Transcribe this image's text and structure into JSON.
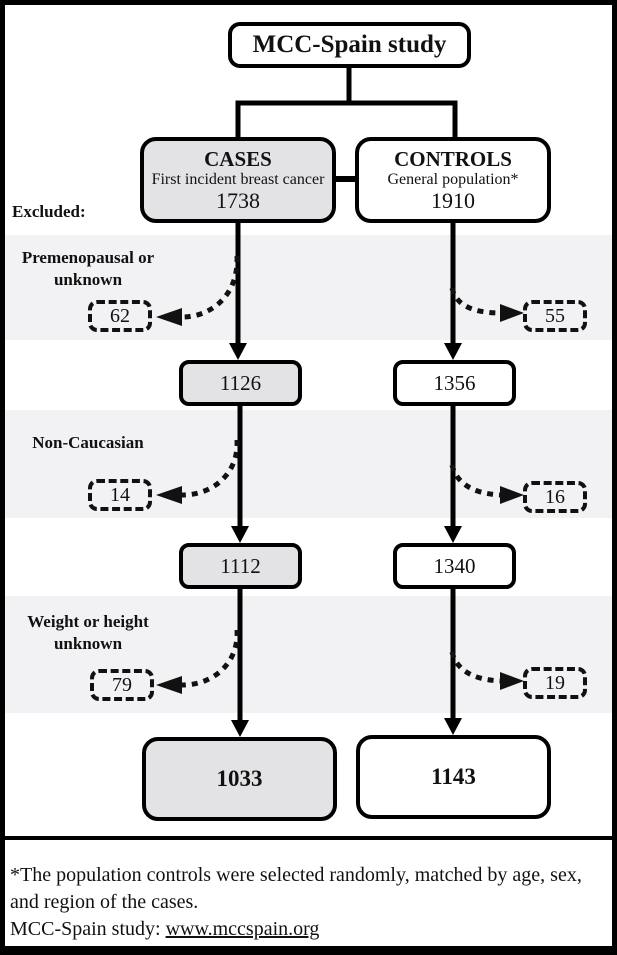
{
  "title": "MCC-Spain study",
  "excluded_label": "Excluded:",
  "cases": {
    "label": "CASES",
    "sublabel": "First incident breast cancer",
    "initial": "1738",
    "step1": "1126",
    "step2": "1112",
    "final": "1033"
  },
  "controls": {
    "label": "CONTROLS",
    "sublabel": "General population*",
    "initial": "1910",
    "step1": "1356",
    "step2": "1340",
    "final": "1143"
  },
  "exclusions": [
    {
      "reason": "Premenopausal or unknown",
      "cases": "62",
      "controls": "55"
    },
    {
      "reason": "Non-Caucasian",
      "cases": "14",
      "controls": "16"
    },
    {
      "reason": "Weight or height unknown",
      "cases": "79",
      "controls": "19"
    }
  ],
  "footer": {
    "note": "*The population controls were selected randomly, matched by age, sex, and region of the cases.",
    "study_label": "MCC-Spain study: ",
    "study_url": "www.mccspain.org"
  },
  "colors": {
    "line": "#000000",
    "gray_fill": "#e3e3e5",
    "band_fill": "#f2f2f4",
    "background": "#ffffff"
  }
}
